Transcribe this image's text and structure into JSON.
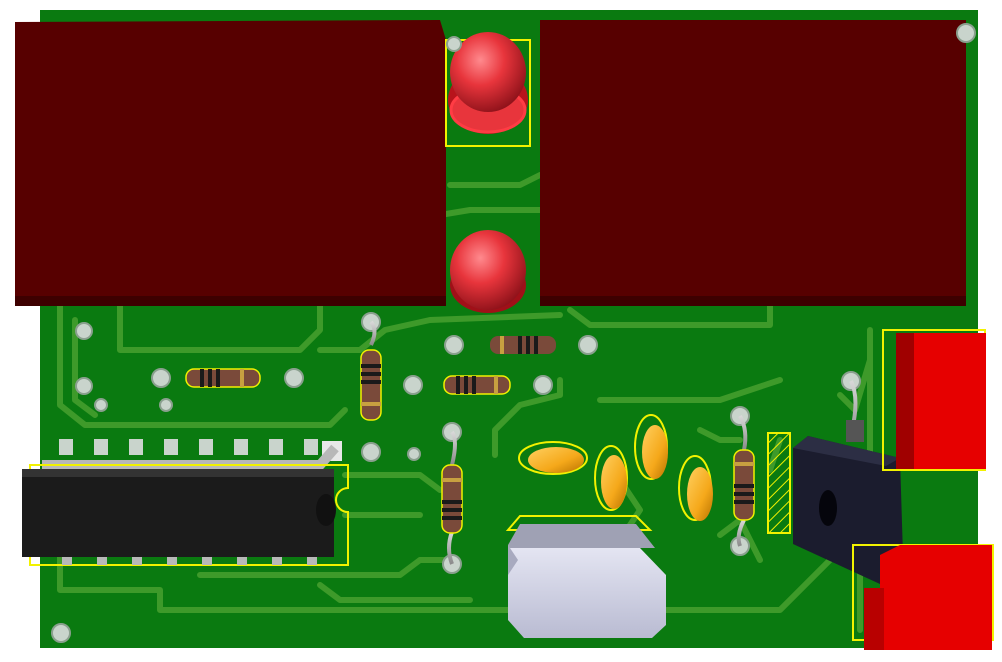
{
  "board": {
    "view": "3D PCB render",
    "colors": {
      "substrate": "#0a7a10",
      "trace": "#3e9a2a",
      "relay_body": "#570000",
      "led": "#e8353c",
      "ic_body": "#1b1b1b",
      "resistor_body": "#7a4a3a",
      "capacitor": "#f5a81a",
      "regulator": "#1b1c2e",
      "terminal_block": "#e60000",
      "crystal_can": "#c7c9de",
      "silkscreen": "#f2f200",
      "pad": "#c9d4cc"
    }
  },
  "components": [
    {
      "name": "relay-left",
      "kind": "relay"
    },
    {
      "name": "relay-right",
      "kind": "relay"
    },
    {
      "name": "led-top",
      "kind": "led"
    },
    {
      "name": "led-bottom",
      "kind": "led"
    },
    {
      "name": "ic-dip",
      "kind": "dip-ic"
    },
    {
      "name": "voltage-regulator",
      "kind": "to220"
    },
    {
      "name": "terminal-block-top",
      "kind": "terminal-block"
    },
    {
      "name": "terminal-block-bottom",
      "kind": "terminal-block"
    },
    {
      "name": "crystal-can",
      "kind": "can"
    },
    {
      "name": "capacitor-1",
      "kind": "ceramic-capacitor"
    },
    {
      "name": "capacitor-2",
      "kind": "ceramic-capacitor"
    },
    {
      "name": "capacitor-3",
      "kind": "ceramic-capacitor"
    },
    {
      "name": "capacitor-4",
      "kind": "ceramic-capacitor"
    },
    {
      "name": "resistor-1",
      "kind": "resistor"
    },
    {
      "name": "resistor-2",
      "kind": "resistor"
    },
    {
      "name": "resistor-3",
      "kind": "resistor"
    },
    {
      "name": "resistor-4",
      "kind": "resistor"
    },
    {
      "name": "resistor-5",
      "kind": "resistor"
    },
    {
      "name": "resistor-6",
      "kind": "resistor"
    }
  ]
}
